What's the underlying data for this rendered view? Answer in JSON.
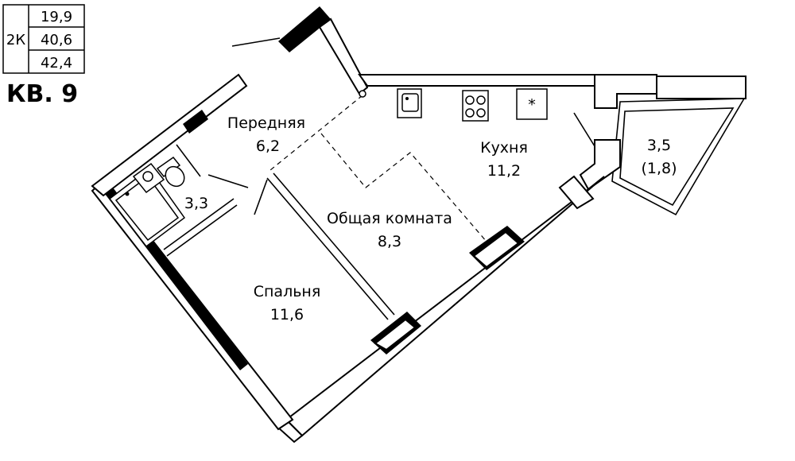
{
  "apartment": {
    "type": "2К",
    "title": "КВ. 9",
    "areas": [
      "19,9",
      "40,6",
      "42,4"
    ]
  },
  "rooms": {
    "hall": {
      "name": "Передняя",
      "area": "6,2"
    },
    "bathroom": {
      "area": "3,3"
    },
    "kitchen": {
      "name": "Кухня",
      "area": "11,2"
    },
    "balcony": {
      "area": "3,5",
      "area_reduced": "(1,8)"
    },
    "living": {
      "name": "Общая комната",
      "area": "8,3"
    },
    "bedroom": {
      "name": "Спальня",
      "area": "11,6"
    }
  },
  "fixtures": {
    "fridge_symbol": "*"
  }
}
